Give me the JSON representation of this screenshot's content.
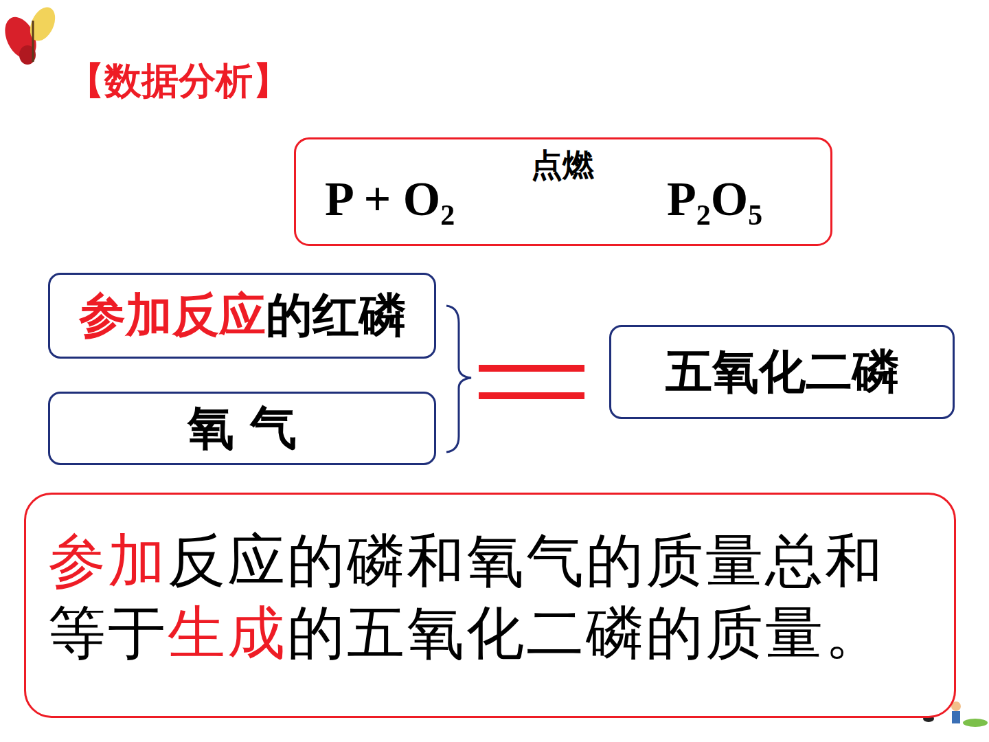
{
  "diagram": {
    "title": "【数据分析】",
    "nodes": [
      {
        "text": [
          "P + O₂",
          "点燃",
          "P₂O₅"
        ]
      },
      {
        "text": [
          "参加反应",
          "的红磷"
        ]
      },
      {
        "text": [
          "氧 气"
        ]
      },
      {
        "text": [
          "五氧化二磷"
        ]
      },
      {
        "text": [
          "参加",
          "反应的磷和氧气的质量总和等于",
          "生成",
          "的五氧化二磷的质量。"
        ]
      }
    ]
  }
}
